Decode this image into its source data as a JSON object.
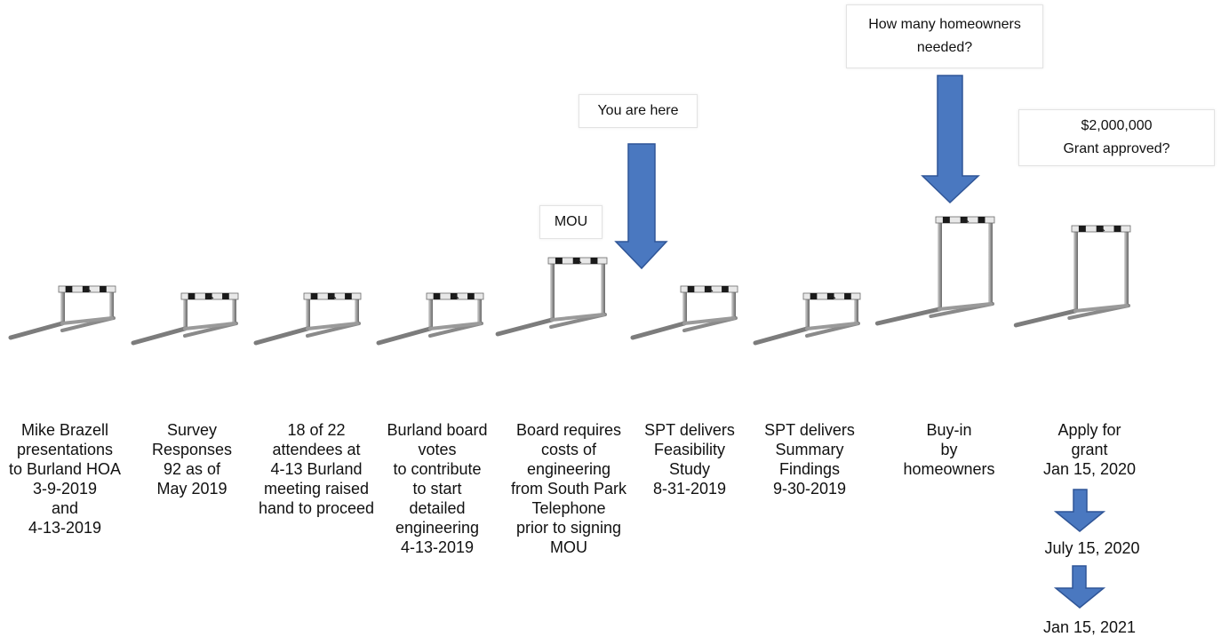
{
  "callouts": {
    "homeowners_needed": "How many homeowners\nneeded?",
    "you_are_here": "You are here",
    "grant": "$2,000,000\nGrant approved?",
    "mou": "MOU"
  },
  "steps": [
    {
      "label": "Mike Brazell\npresentations\nto Burland HOA\n3-9-2019\nand\n4-13-2019"
    },
    {
      "label": "Survey\nResponses\n92 as of\nMay 2019"
    },
    {
      "label": "18 of 22\nattendees at\n4-13 Burland\nmeeting raised\nhand to proceed"
    },
    {
      "label": "Burland board\nvotes\nto contribute\nto start\ndetailed\nengineering\n4-13-2019"
    },
    {
      "label": "Board requires\ncosts of\nengineering\nfrom South Park\nTelephone\nprior to signing\nMOU"
    },
    {
      "label": "SPT delivers\nFeasibility\nStudy\n8-31-2019"
    },
    {
      "label": "SPT delivers\nSummary\nFindings\n9-30-2019"
    },
    {
      "label": "Buy-in\nby\nhomeowners"
    },
    {
      "label": "Apply for\ngrant\nJan 15, 2020"
    }
  ],
  "grant_dates": [
    "July 15, 2020",
    "Jan 15, 2021"
  ],
  "colors": {
    "arrow": "#4a78c0",
    "arrow_edge": "#2f5597",
    "hurdle": "#a9a9a9"
  }
}
